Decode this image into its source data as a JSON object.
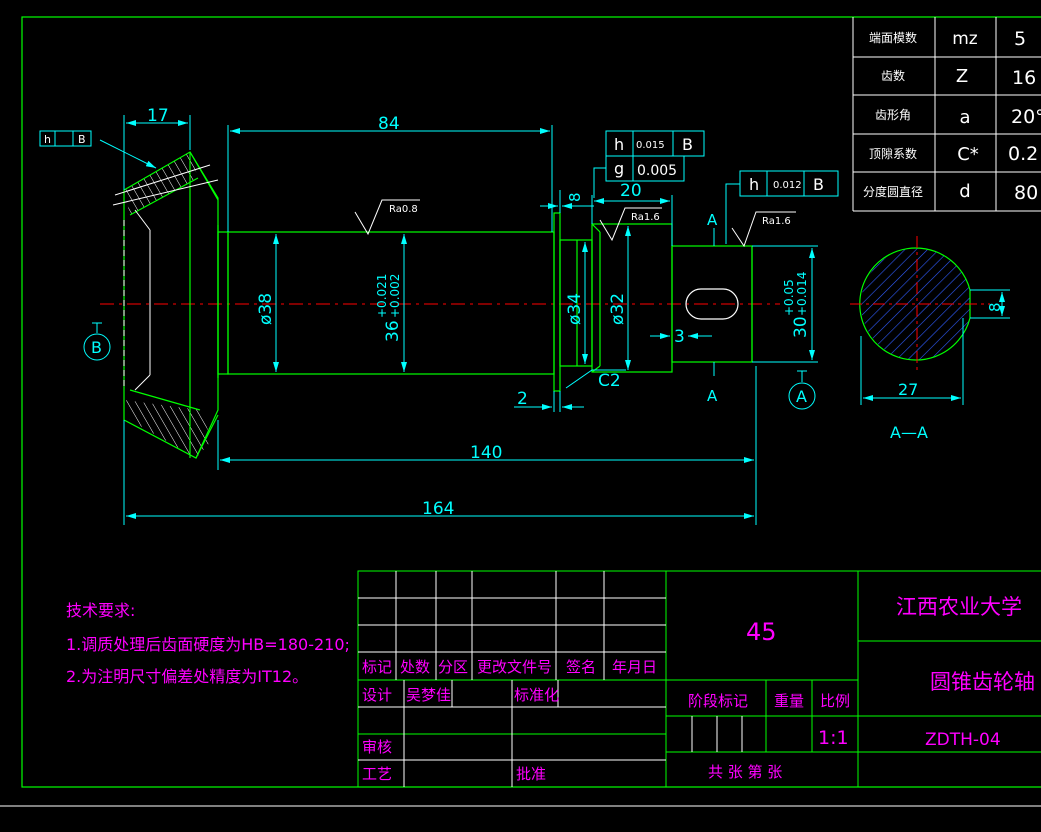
{
  "params": [
    {
      "name": "端面模数",
      "symbol": "mz",
      "value": "5"
    },
    {
      "name": "齿数",
      "symbol": "Z",
      "value": "16"
    },
    {
      "name": "齿形角",
      "symbol": "a",
      "value": "20°"
    },
    {
      "name": "顶隙系数",
      "symbol": "C*",
      "value": "0.2"
    },
    {
      "name": "分度圆直径",
      "symbol": "d",
      "value": "80"
    }
  ],
  "dims": {
    "d17": "17",
    "d84": "84",
    "d20": "20",
    "d8top": "8",
    "d140": "140",
    "d164": "164",
    "d2": "2",
    "d3": "3",
    "d27": "27",
    "d8sec": "8",
    "dia38": "ø38",
    "dia36": "36",
    "tol36_hi": "+0.021",
    "tol36_lo": "+0.002",
    "dia34": "ø34",
    "dia32": "ø32",
    "dia30": "30",
    "tol30_hi": "+0.05",
    "tol30_lo": "+0.014",
    "c2": "C2",
    "ra08": "Ra0.8",
    "ra16a": "Ra1.6",
    "ra16b": "Ra1.6"
  },
  "tolerances": {
    "frame1_sym": "h",
    "frame1_val": "0.015",
    "frame1_ref": "B",
    "frame2_sym": "g",
    "frame2_val": "0.005",
    "frame3_sym": "h",
    "frame3_val": "0.012",
    "frame3_ref": "B",
    "small_sym": "h",
    "small_ref": "B"
  },
  "labels": {
    "datumB": "B",
    "datumA": "A",
    "sectionA1": "A",
    "sectionA2": "A",
    "sectionTitle": "A—A"
  },
  "notes": {
    "title": "技术要求:",
    "line1": "1.调质处理后齿面硬度为HB=180-210;",
    "line2": "2.为注明尺寸偏差处精度为IT12。"
  },
  "titleblock": {
    "material": "45",
    "school": "江西农业大学",
    "partname": "圆锥齿轮轴",
    "code": "ZDTH-04",
    "scale": "1:1",
    "h_mark": "标记",
    "h_count": "处数",
    "h_zone": "分区",
    "h_doc": "更改文件号",
    "h_sign": "签名",
    "h_date": "年月日",
    "design": "设计",
    "designer": "吴梦佳",
    "standard": "标准化",
    "stage": "阶段标记",
    "weight": "重量",
    "ratio": "比例",
    "review": "审核",
    "process": "工艺",
    "approve": "批准",
    "sheets": "共 张 第 张"
  },
  "colors": {
    "green": "#00ff00",
    "cyan": "#00ffff",
    "white": "#ffffff",
    "magenta": "#ff00ff",
    "red": "#ff0000",
    "blue": "#2f5cff",
    "yellow": "#ffff00"
  }
}
